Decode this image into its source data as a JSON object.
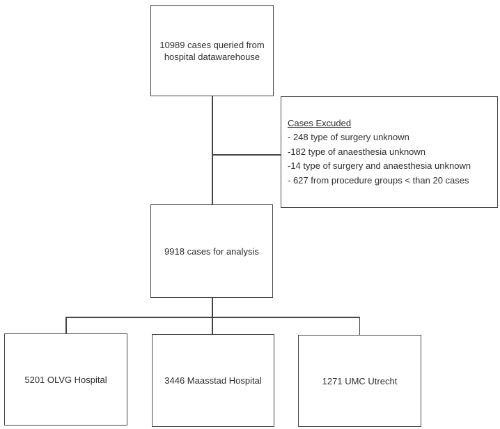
{
  "diagram": {
    "top_box": {
      "text": "10989 cases queried from hospital datawarehouse"
    },
    "excluded_box": {
      "title": "Cases Excuded",
      "items": [
        "- 248 type of surgery unknown",
        "-182 type of anaesthesia unknown",
        "-14 type of surgery and anaesthesia unknown",
        "- 627 from procedure groups < than 20 cases"
      ]
    },
    "analysis_box": {
      "text": "9918 cases for analysis"
    },
    "hospital_boxes": [
      {
        "text": "5201 OLVG Hospital"
      },
      {
        "text": "3446 Maasstad Hospital"
      },
      {
        "text": "1271 UMC Utrecht"
      }
    ],
    "colors": {
      "border": "#454545",
      "text": "#2e2e2e",
      "background": "#ffffff"
    }
  }
}
